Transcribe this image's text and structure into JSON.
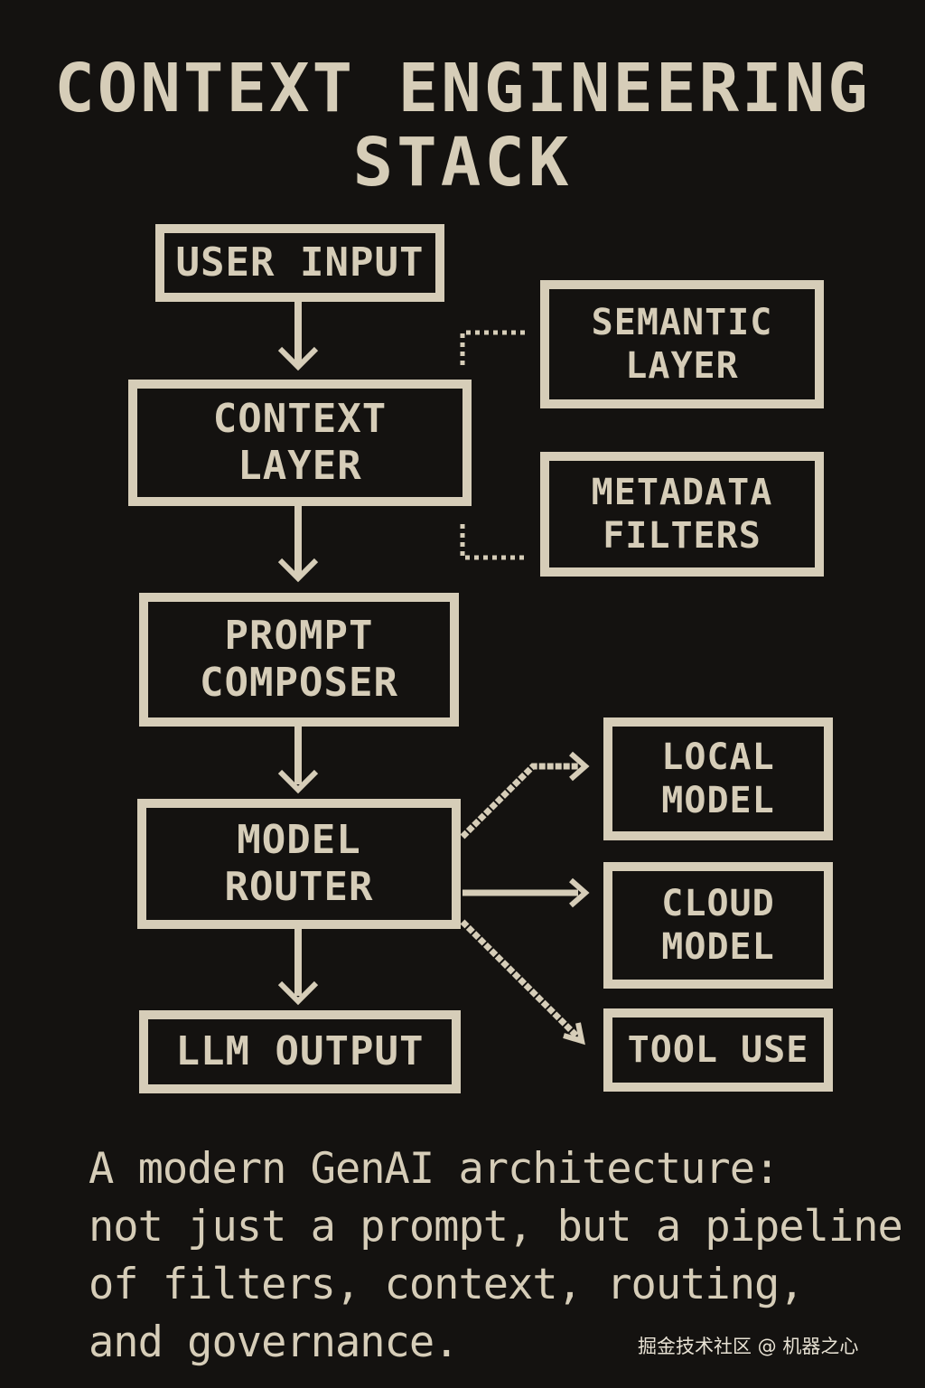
{
  "title": {
    "line1": "CONTEXT ENGINEERING",
    "line2": "STACK"
  },
  "nodes": {
    "user_input": {
      "lines": [
        "USER INPUT"
      ]
    },
    "context_layer": {
      "lines": [
        "CONTEXT",
        "LAYER"
      ]
    },
    "prompt_composer": {
      "lines": [
        "PROMPT",
        "COMPOSER"
      ]
    },
    "model_router": {
      "lines": [
        "MODEL",
        "ROUTER"
      ]
    },
    "llm_output": {
      "lines": [
        "LLM OUTPUT"
      ]
    },
    "semantic_layer": {
      "lines": [
        "SEMANTIC",
        "LAYER"
      ]
    },
    "metadata_filters": {
      "lines": [
        "METADATA",
        "FILTERS"
      ]
    },
    "local_model": {
      "lines": [
        "LOCAL",
        "MODEL"
      ]
    },
    "cloud_model": {
      "lines": [
        "CLOUD",
        "MODEL"
      ]
    },
    "tool_use": {
      "lines": [
        "TOOL USE"
      ]
    }
  },
  "caption": {
    "lines": [
      "A modern GenAI architecture:",
      "not just a prompt, but a pipeline",
      "of filters, context, routing,",
      "and governance."
    ]
  },
  "watermark": "掘金技术社区 @ 机器之心",
  "colors": {
    "background": "#141210",
    "foreground": "#d6cdb8"
  }
}
